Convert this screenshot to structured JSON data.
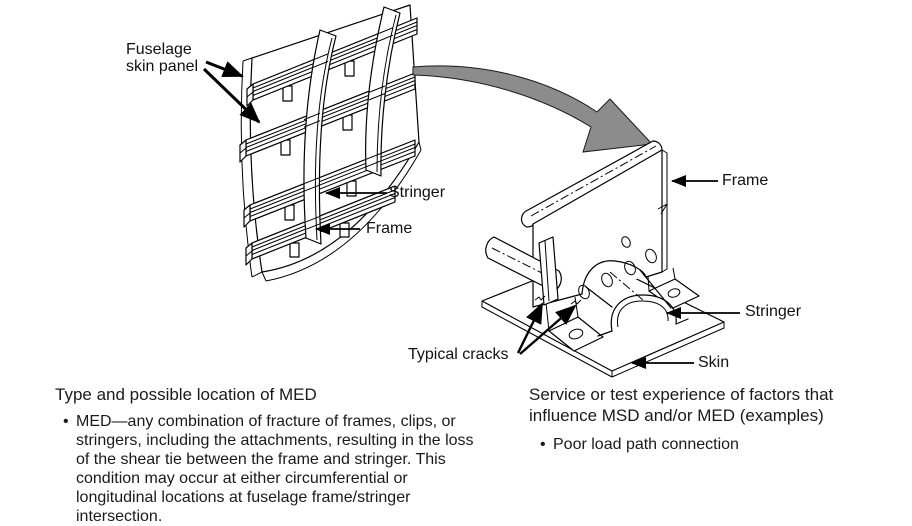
{
  "diagram": {
    "labels": {
      "fuselage_skin_panel": "Fuselage skin panel",
      "stringer_panel": "Stringer",
      "frame_panel": "Frame",
      "frame_detail": "Frame",
      "stringer_detail": "Stringer",
      "skin_detail": "Skin",
      "typical_cracks": "Typical cracks"
    },
    "colors": {
      "line": "#000000",
      "zoom_arrow_fill": "#8c8c8c",
      "background": "#ffffff"
    }
  },
  "captions": {
    "left": {
      "heading": "Type and possible location of MED",
      "bullet": "MED—any combination of fracture of frames, clips, or stringers, including the attachments, resulting in the loss of the shear tie between the frame and stringer. This condition may occur at either circumferential or longitudinal locations at fuselage frame/stringer intersection."
    },
    "right": {
      "heading": "Service or test experience of factors that influence MSD and/or MED (examples)",
      "bullet": "Poor load path connection"
    }
  }
}
